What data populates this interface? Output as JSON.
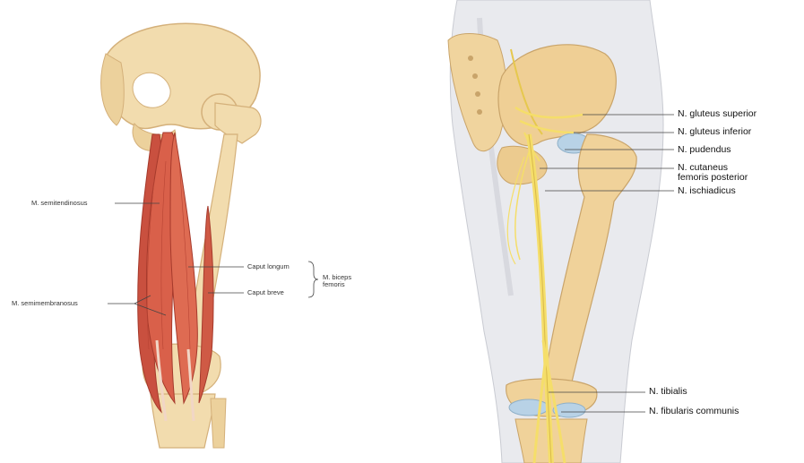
{
  "left_figure": {
    "labels": {
      "semitendinosus": "M. semitendinosus",
      "semimembranosus": "M. semimembranosus",
      "caput_longum": "Caput longum",
      "caput_breve": "Caput breve",
      "biceps_line1": "M. biceps",
      "biceps_line2": "femoris"
    }
  },
  "right_figure": {
    "labels": {
      "gluteus_superior": "N. gluteus superior",
      "gluteus_inferior": "N. gluteus inferior",
      "pudendus": "N. pudendus",
      "cutaneus_line1": "N. cutaneus",
      "cutaneus_line2": "femoris posterior",
      "ischiadicus": "N. ischiadicus",
      "tibialis": "N. tibialis",
      "fibularis": "N. fibularis communis"
    }
  },
  "colors": {
    "bone": "#f2dcae",
    "bone_shade": "#dcbd86",
    "muscle": "#d9604a",
    "muscle_dark": "#b84434",
    "nerve": "#f5de6a",
    "cartilage": "#b8d2e6",
    "skin": "#e9eaee"
  }
}
